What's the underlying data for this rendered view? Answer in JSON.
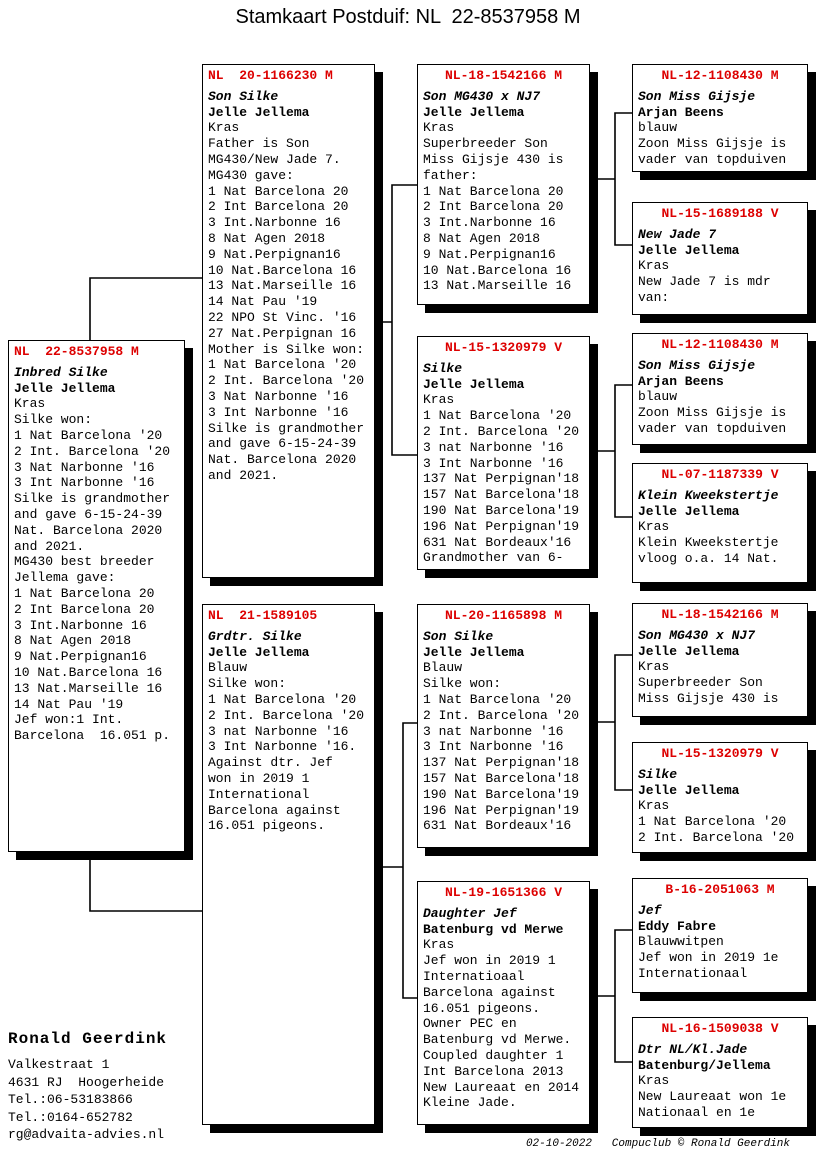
{
  "title": "Stamkaart Postduif: NL  22-8537958 M",
  "colors": {
    "ring_red": "#dd0000"
  },
  "boxes": [
    {
      "role": "subject",
      "ring": "NL  22-8537958 M",
      "name": "Inbred Silke",
      "owner": "Jelle Jellema",
      "lines": [
        "Kras",
        "Silke won:",
        "1 Nat Barcelona '20",
        "2 Int. Barcelona '20",
        "3 Nat Narbonne '16",
        "3 Int Narbonne '16",
        "Silke is grandmother",
        "and gave 6-15-24-39",
        "Nat. Barcelona 2020",
        "and 2021.",
        "MG430 best breeder",
        "Jellema gave:",
        "1 Nat Barcelona 20",
        "2 Int Barcelona 20",
        "3 Int.Narbonne 16",
        "8 Nat Agen 2018",
        "9 Nat.Perpignan16",
        "10 Nat.Barcelona 16",
        "13 Nat.Marseille 16",
        "14 Nat Pau '19",
        "Jef won:1 Int.",
        "Barcelona  16.051 p."
      ]
    },
    {
      "role": "father",
      "ring": "NL  20-1166230 M",
      "name": "Son Silke",
      "owner": "Jelle Jellema",
      "lines": [
        "Kras",
        "Father is Son",
        "MG430/New Jade 7.",
        "MG430 gave:",
        "1 Nat Barcelona 20",
        "2 Int Barcelona 20",
        "3 Int.Narbonne 16",
        "8 Nat Agen 2018",
        "9 Nat.Perpignan16",
        "10 Nat.Barcelona 16",
        "13 Nat.Marseille 16",
        "14 Nat Pau '19",
        "22 NPO St Vinc. '16",
        "27 Nat.Perpignan 16",
        "Mother is Silke won:",
        "1 Nat Barcelona '20",
        "2 Int. Barcelona '20",
        "3 Nat Narbonne '16",
        "3 Int Narbonne '16",
        "Silke is grandmother",
        "and gave 6-15-24-39",
        "Nat. Barcelona 2020",
        "and 2021."
      ]
    },
    {
      "role": "mother",
      "ring": "NL  21-1589105",
      "name": "Grdtr. Silke",
      "owner": "Jelle Jellema",
      "lines": [
        "Blauw",
        "Silke won:",
        "1 Nat Barcelona '20",
        "2 Int. Barcelona '20",
        "3 nat Narbonne '16",
        "3 Int Narbonne '16.",
        "Against dtr. Jef",
        "won in 2019 1",
        "International",
        "Barcelona against",
        "16.051 pigeons."
      ]
    },
    {
      "role": "fathers-father",
      "ring": "NL-18-1542166 M",
      "name": "Son MG430 x NJ7",
      "owner": "Jelle Jellema",
      "lines": [
        "Kras",
        "Superbreeder Son",
        "Miss Gijsje 430 is",
        "father:",
        "1 Nat Barcelona 20",
        "2 Int Barcelona 20",
        "3 Int.Narbonne 16",
        "8 Nat Agen 2018",
        "9 Nat.Perpignan16",
        "10 Nat.Barcelona 16",
        "13 Nat.Marseille 16"
      ]
    },
    {
      "role": "fathers-mother",
      "ring": "NL-15-1320979 V",
      "name": "Silke",
      "owner": "Jelle Jellema",
      "lines": [
        "Kras",
        "1 Nat Barcelona '20",
        "2 Int. Barcelona '20",
        "3 nat Narbonne '16",
        "3 Int Narbonne '16",
        "137 Nat Perpignan'18",
        "157 Nat Barcelona'18",
        "190 Nat Barcelona'19",
        "196 Nat Perpignan'19",
        "631 Nat Bordeaux'16",
        "Grandmother van 6-"
      ]
    },
    {
      "role": "mothers-father",
      "ring": "NL-20-1165898 M",
      "name": "Son Silke",
      "owner": "Jelle Jellema",
      "lines": [
        "Blauw",
        "Silke won:",
        "1 Nat Barcelona '20",
        "2 Int. Barcelona '20",
        "3 nat Narbonne '16",
        "3 Int Narbonne '16",
        "137 Nat Perpignan'18",
        "157 Nat Barcelona'18",
        "190 Nat Barcelona'19",
        "196 Nat Perpignan'19",
        "631 Nat Bordeaux'16"
      ]
    },
    {
      "role": "mothers-mother",
      "ring": "NL-19-1651366 V",
      "name": "Daughter Jef",
      "owner": "Batenburg vd Merwe",
      "lines": [
        "Kras",
        "Jef won in 2019 1",
        "Internatioaal",
        "Barcelona against",
        "16.051 pigeons.",
        "Owner PEC en",
        "Batenburg vd Merwe.",
        "Coupled daughter 1",
        "Int Barcelona 2013",
        "New Laureaat en 2014",
        "Kleine Jade."
      ]
    },
    {
      "role": "fff",
      "ring": "NL-12-1108430 M",
      "name": "Son Miss Gijsje",
      "owner": "Arjan Beens",
      "lines": [
        "blauw",
        "Zoon Miss Gijsje is",
        "vader van topduiven"
      ]
    },
    {
      "role": "ffm",
      "ring": "NL-15-1689188 V",
      "name": "New Jade 7",
      "owner": "Jelle Jellema",
      "lines": [
        "Kras",
        "New Jade 7 is mdr",
        "van:"
      ]
    },
    {
      "role": "fmf",
      "ring": "NL-12-1108430 M",
      "name": "Son Miss Gijsje",
      "owner": "Arjan Beens",
      "lines": [
        "blauw",
        "Zoon Miss Gijsje is",
        "vader van topduiven"
      ]
    },
    {
      "role": "fmm",
      "ring": "NL-07-1187339 V",
      "name": "Klein Kweekstertje",
      "owner": "Jelle Jellema",
      "lines": [
        "Kras",
        "Klein Kweekstertje",
        "vloog o.a. 14 Nat."
      ]
    },
    {
      "role": "mff",
      "ring": "NL-18-1542166 M",
      "name": "Son MG430 x NJ7",
      "owner": "Jelle Jellema",
      "lines": [
        "Kras",
        "Superbreeder Son",
        "Miss Gijsje 430 is"
      ]
    },
    {
      "role": "mfm",
      "ring": "NL-15-1320979 V",
      "name": "Silke",
      "owner": "Jelle Jellema",
      "lines": [
        "Kras",
        "1 Nat Barcelona '20",
        "2 Int. Barcelona '20"
      ]
    },
    {
      "role": "mmf",
      "ring": "B-16-2051063 M",
      "name": "Jef",
      "owner": "Eddy Fabre",
      "lines": [
        "Blauwwitpen",
        "Jef won in 2019 1e",
        "Internationaal"
      ]
    },
    {
      "role": "mmm",
      "ring": "NL-16-1509038 V",
      "name": "Dtr NL/Kl.Jade",
      "owner": "Batenburg/Jellema",
      "lines": [
        "Kras",
        "New Laureaat won 1e",
        "Nationaal en 1e"
      ]
    }
  ],
  "contact": {
    "name": "Ronald Geerdink",
    "lines": [
      "Valkestraat 1",
      "4631 RJ  Hoogerheide",
      "Tel.:06-53183866",
      "Tel.:0164-652782",
      "rg@advaita-advies.nl"
    ]
  },
  "footer": {
    "date": "02-10-2022",
    "credit": "Compuclub © Ronald Geerdink"
  }
}
